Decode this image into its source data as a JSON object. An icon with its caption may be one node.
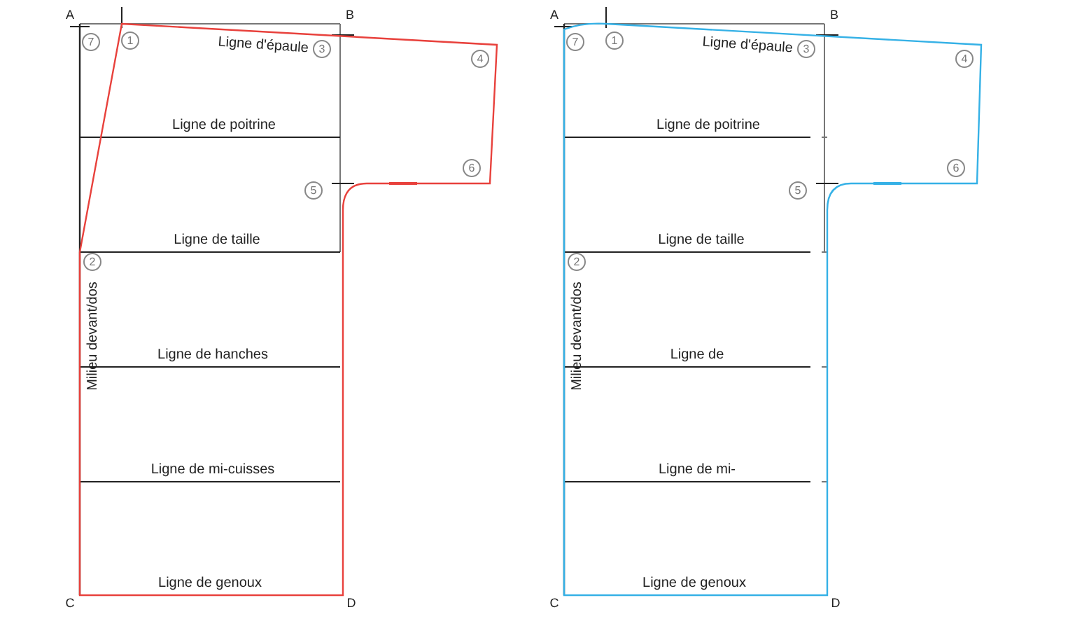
{
  "diagram": {
    "labels": [
      "A",
      "B",
      "7",
      "1",
      "Ligne d'épaule",
      "3",
      "4",
      "Ligne de poitrine",
      "5",
      "6",
      "Ligne de taille",
      "2",
      "Milieu devant/dos",
      "Ligne de hanches",
      "Ligne de mi-cuisses",
      "Ligne de genoux",
      "C",
      "D",
      "A",
      "B",
      "7",
      "1",
      "Ligne d'épaule",
      "3",
      "4",
      "Ligne de poitrine",
      "5",
      "6",
      "Ligne de taille",
      "2",
      "Milieu devant/dos",
      "Ligne de",
      "Ligne de mi-",
      "Ligne de genoux",
      "C",
      "D"
    ]
  }
}
